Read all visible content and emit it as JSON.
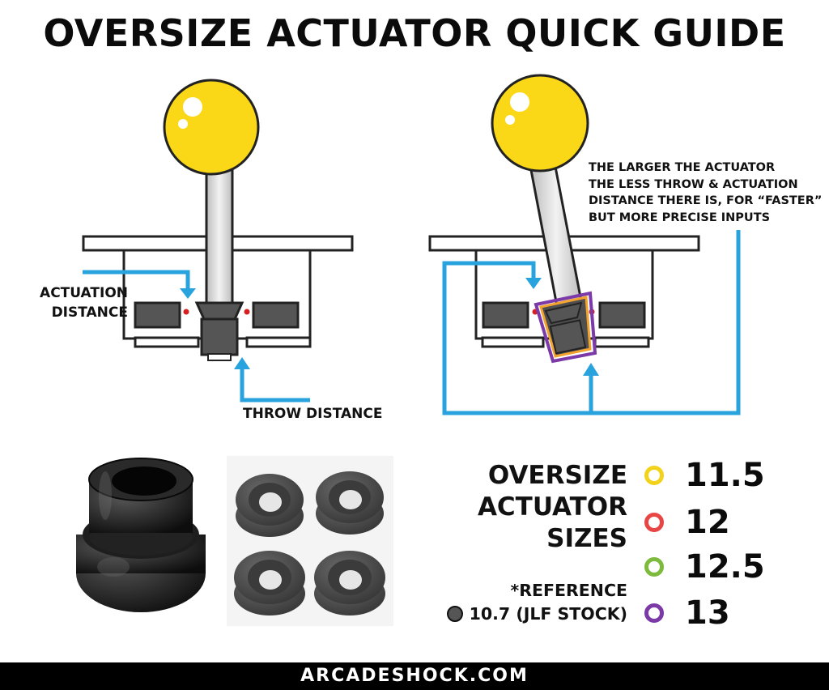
{
  "title": "OVERSIZE ACTUATOR QUICK GUIDE",
  "labels": {
    "actuation_line1": "ACTUATION",
    "actuation_line2": "DISTANCE",
    "throw": "THROW DISTANCE",
    "note_line1": "THE LARGER THE ACTUATOR",
    "note_line2": "THE LESS THROW & ACTUATION",
    "note_line3": "DISTANCE THERE IS, FOR “FASTER”",
    "note_line4": "BUT MORE PRECISE INPUTS"
  },
  "sizes": {
    "title_line1": "OVERSIZE",
    "title_line2": "ACTUATOR",
    "title_line3": "SIZES",
    "reference_line1": "*REFERENCE",
    "reference_line2": "10.7 (JLF STOCK)",
    "reference_color": "#555555",
    "items": [
      {
        "value": "11.5",
        "color": "#f3d21b"
      },
      {
        "value": "12",
        "color": "#e84545"
      },
      {
        "value": "12.5",
        "color": "#7dbb3c"
      },
      {
        "value": "13",
        "color": "#7b3aa8"
      }
    ]
  },
  "colors": {
    "ball": "#fbd817",
    "arrow": "#29a3dd",
    "outline": "#222222",
    "oversize_outer": "#7b3aa8",
    "oversize_inner": "#f2a22e"
  },
  "footer": "ARCADESHOCK.COM"
}
